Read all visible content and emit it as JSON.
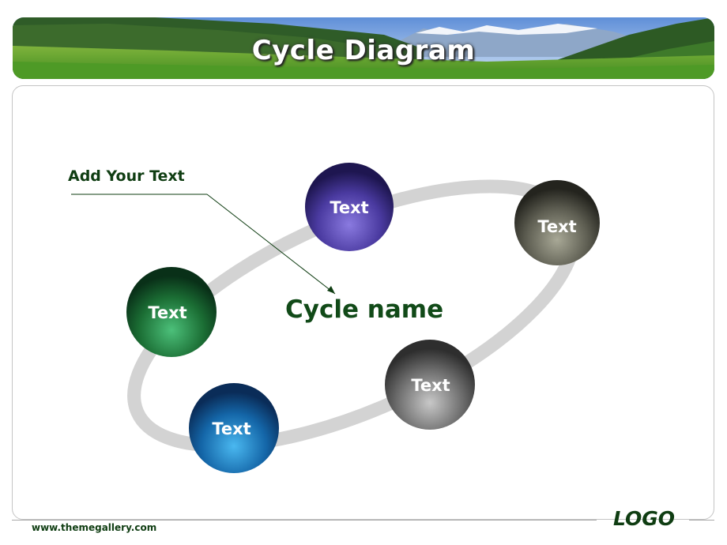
{
  "header": {
    "title": "Cycle Diagram"
  },
  "diagram": {
    "center_label": "Cycle name",
    "callout": "Add Your Text",
    "nodes": [
      {
        "label": "Text",
        "color": "#5a48b4"
      },
      {
        "label": "Text",
        "color": "#6a6a5e"
      },
      {
        "label": "Text",
        "color": "#7a7a7a"
      },
      {
        "label": "Text",
        "color": "#1e72b4"
      },
      {
        "label": "Text",
        "color": "#1f7a3a"
      }
    ]
  },
  "footer": {
    "url": "www.themegallery.com",
    "logo": "LOGO"
  },
  "colors": {
    "brand_dark_green": "#0f3d12",
    "ring": "#d0d0d0"
  }
}
